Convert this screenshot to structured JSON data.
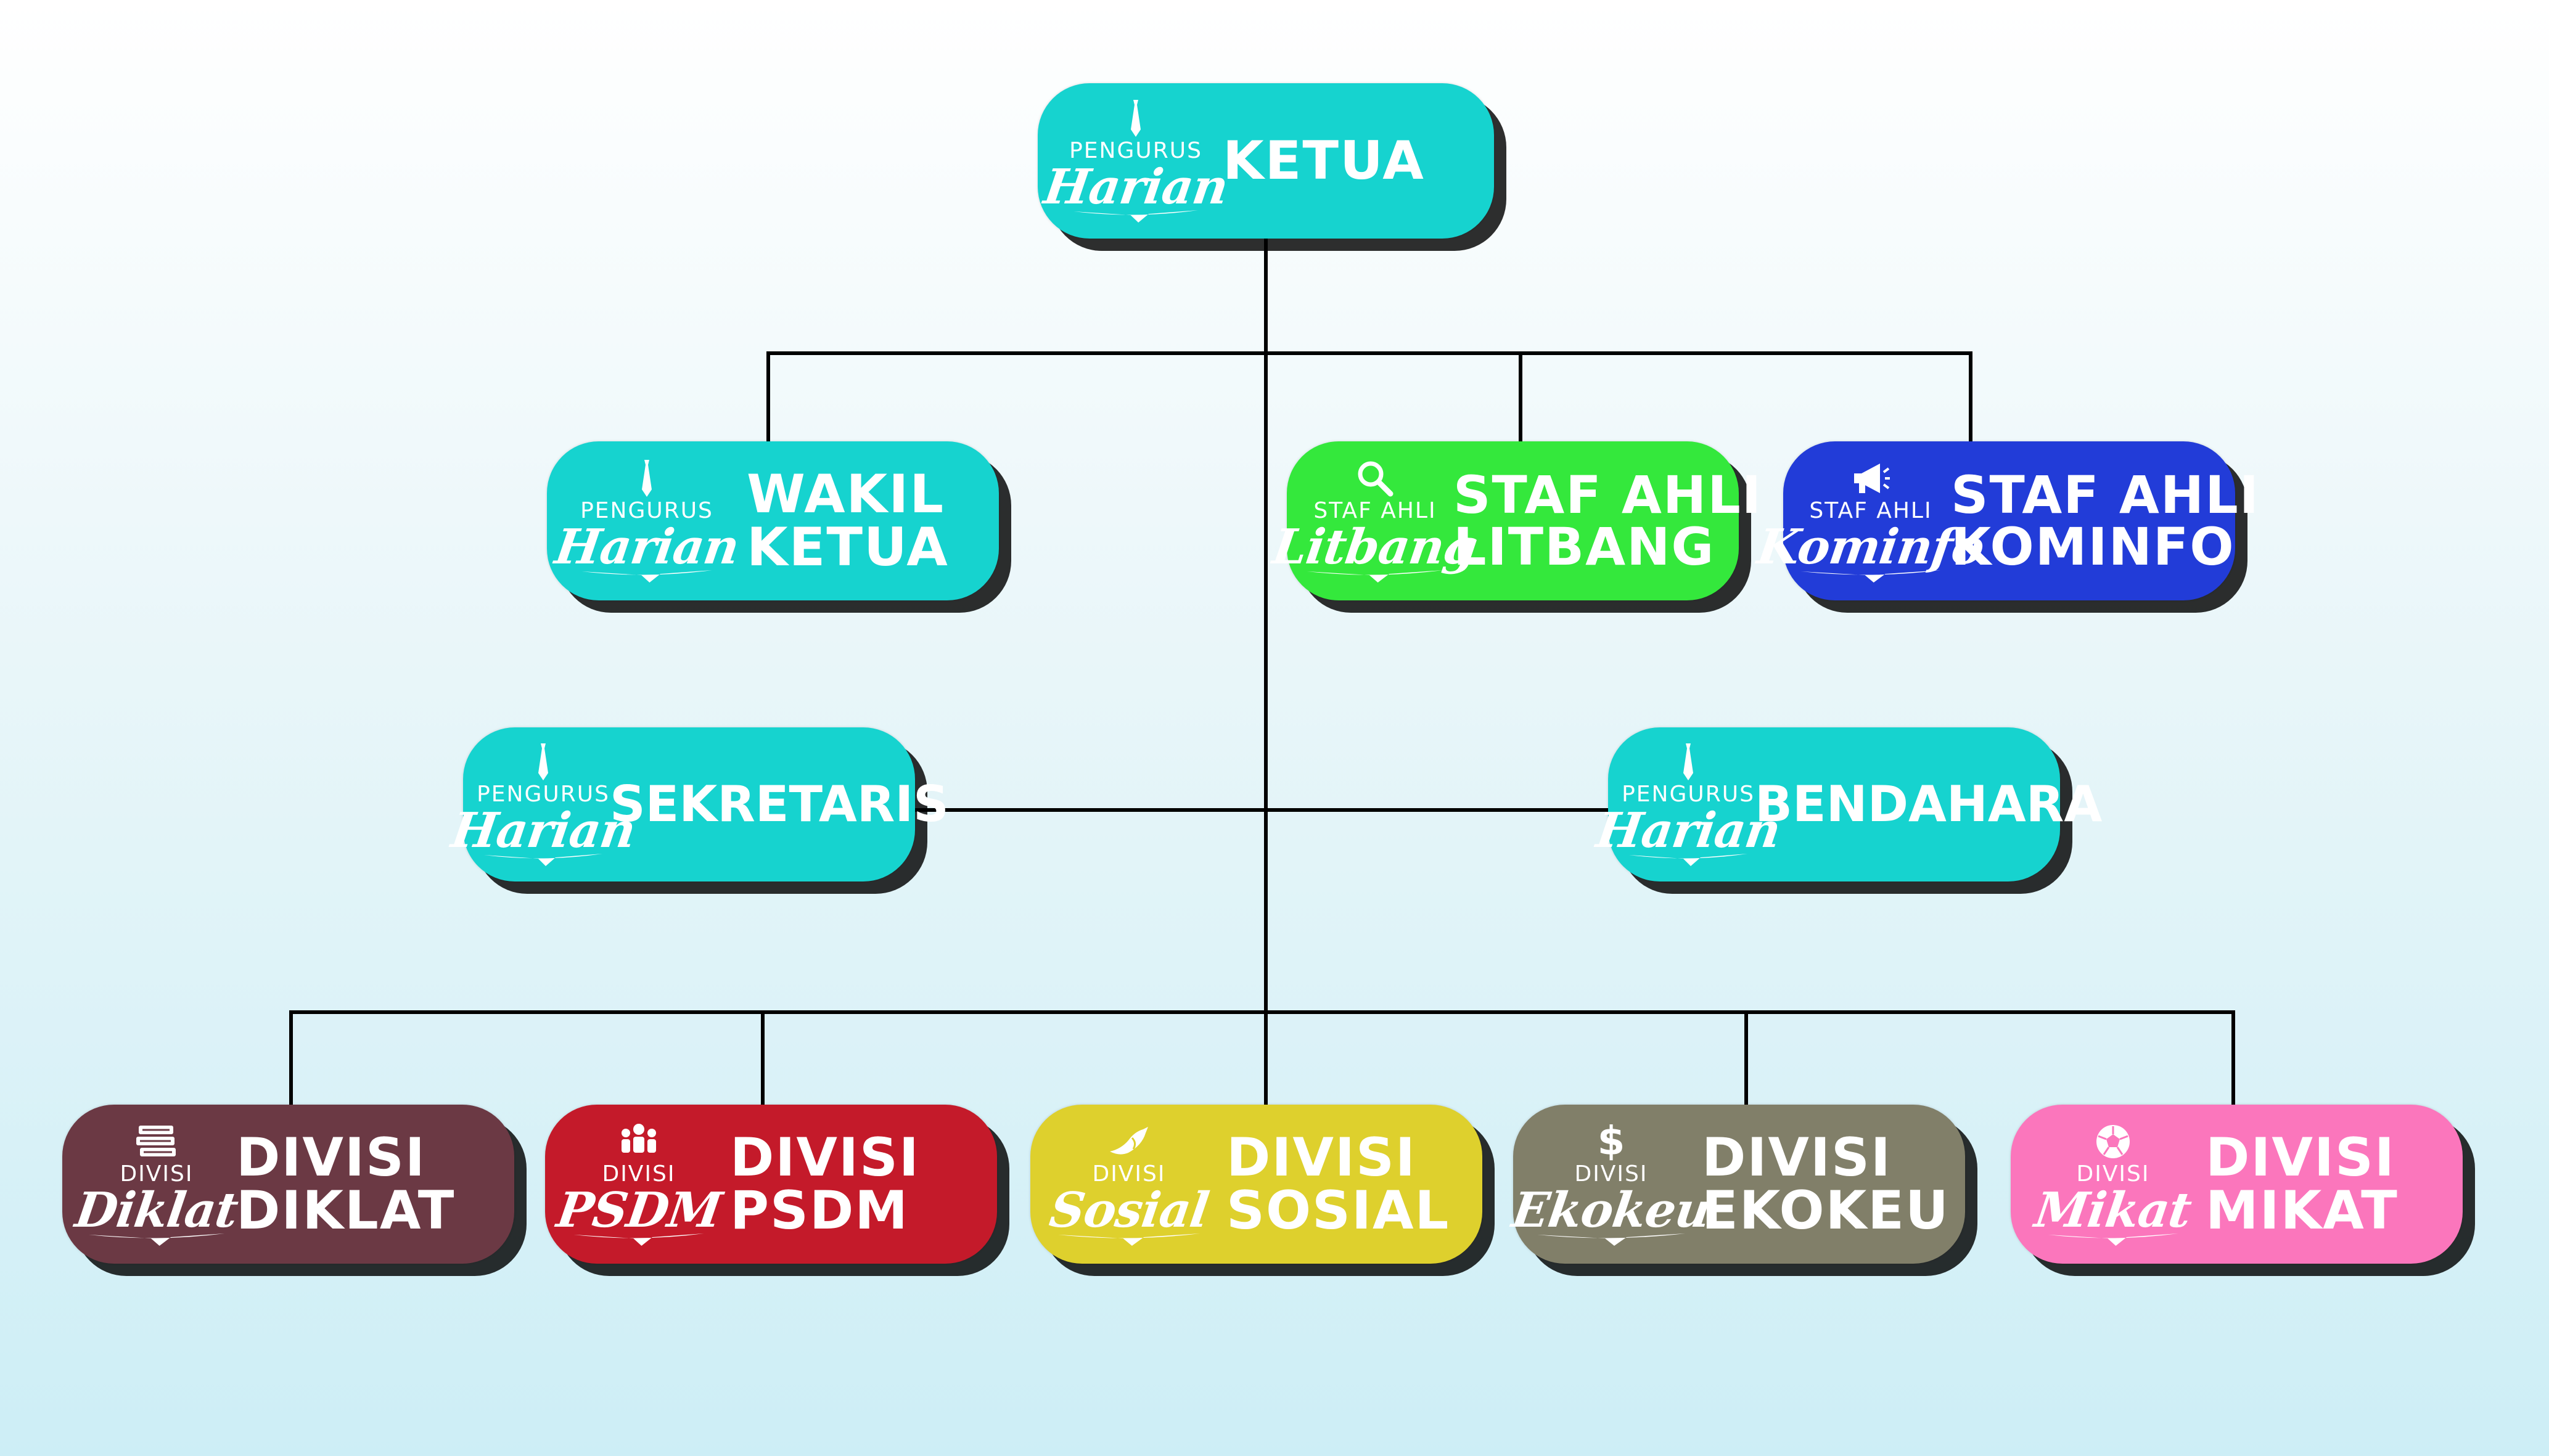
{
  "colors": {
    "harian": "#16d3cf",
    "litbang": "#34e83c",
    "kominfo": "#223cd8",
    "diklat": "#6b3944",
    "psdm": "#c41a2a",
    "sosial": "#ded02d",
    "ekokeu": "#817f69",
    "mikat": "#fb76bc",
    "line": "#000000"
  },
  "nodes": {
    "ketua": {
      "emblem_top": "PENGURUS",
      "emblem_script": "Harian",
      "icon": "tie-icon",
      "title_lines": [
        "KETUA"
      ]
    },
    "wakil_ketua": {
      "emblem_top": "PENGURUS",
      "emblem_script": "Harian",
      "icon": "tie-icon",
      "title_lines": [
        "WAKIL",
        "KETUA"
      ]
    },
    "staf_litbang": {
      "emblem_top": "STAF AHLI",
      "emblem_script": "Litbang",
      "icon": "magnifier-icon",
      "title_lines": [
        "STAF AHLI",
        "LITBANG"
      ]
    },
    "staf_kominfo": {
      "emblem_top": "STAF AHLI",
      "emblem_script": "Kominfo",
      "icon": "megaphone-icon",
      "title_lines": [
        "STAF AHLI",
        "KOMINFO"
      ]
    },
    "sekretaris": {
      "emblem_top": "PENGURUS",
      "emblem_script": "Harian",
      "icon": "tie-icon",
      "title_lines": [
        "SEKRETARIS"
      ]
    },
    "bendahara": {
      "emblem_top": "PENGURUS",
      "emblem_script": "Harian",
      "icon": "tie-icon",
      "title_lines": [
        "BENDAHARA"
      ]
    },
    "divisi_diklat": {
      "emblem_top": "DIVISI",
      "emblem_script": "Diklat",
      "icon": "books-icon",
      "title_lines": [
        "DIVISI",
        "DIKLAT"
      ]
    },
    "divisi_psdm": {
      "emblem_top": "DIVISI",
      "emblem_script": "PSDM",
      "icon": "people-icon",
      "title_lines": [
        "DIVISI",
        "PSDM"
      ]
    },
    "divisi_sosial": {
      "emblem_top": "DIVISI",
      "emblem_script": "Sosial",
      "icon": "bird-icon",
      "title_lines": [
        "DIVISI",
        "SOSIAL"
      ]
    },
    "divisi_ekokeu": {
      "emblem_top": "DIVISI",
      "emblem_script": "Ekokeu",
      "icon": "dollar-icon",
      "title_lines": [
        "DIVISI",
        "EKOKEU"
      ]
    },
    "divisi_mikat": {
      "emblem_top": "DIVISI",
      "emblem_script": "Mikat",
      "icon": "soccer-ball-icon",
      "title_lines": [
        "DIVISI",
        "MIKAT"
      ]
    }
  }
}
